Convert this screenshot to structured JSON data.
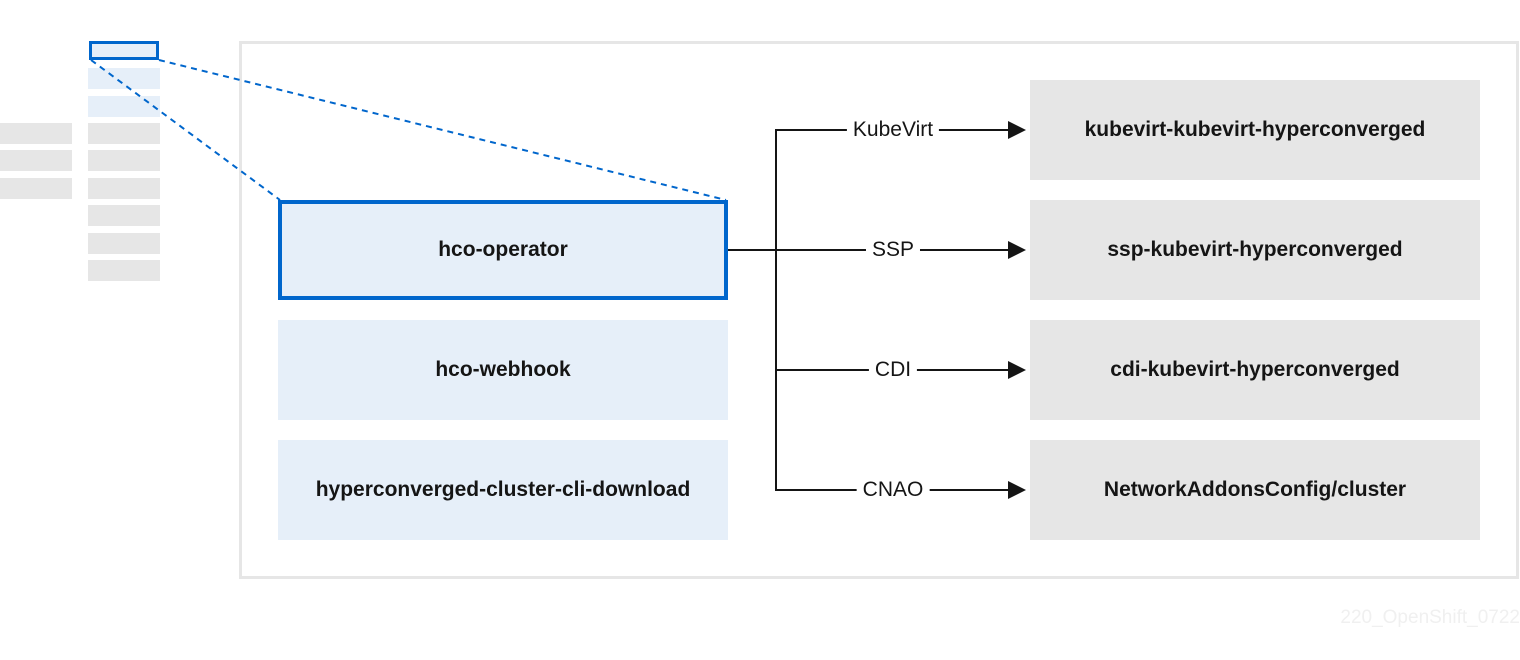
{
  "left_components": [
    "hco-operator",
    "hco-webhook",
    "hyperconverged-cluster-cli-download"
  ],
  "edges": [
    {
      "label": "KubeVirt",
      "target": "kubevirt-kubevirt-hyperconverged"
    },
    {
      "label": "SSP",
      "target": "ssp-kubevirt-hyperconverged"
    },
    {
      "label": "CDI",
      "target": "cdi-kubevirt-hyperconverged"
    },
    {
      "label": "CNAO",
      "target": "NetworkAddonsConfig/cluster"
    }
  ],
  "footer_id": "220_OpenShift_0722",
  "colors": {
    "accent": "#0066cc",
    "blue_fill": "#e6eff9",
    "gray_fill": "#e6e6e6",
    "line": "#151515"
  }
}
